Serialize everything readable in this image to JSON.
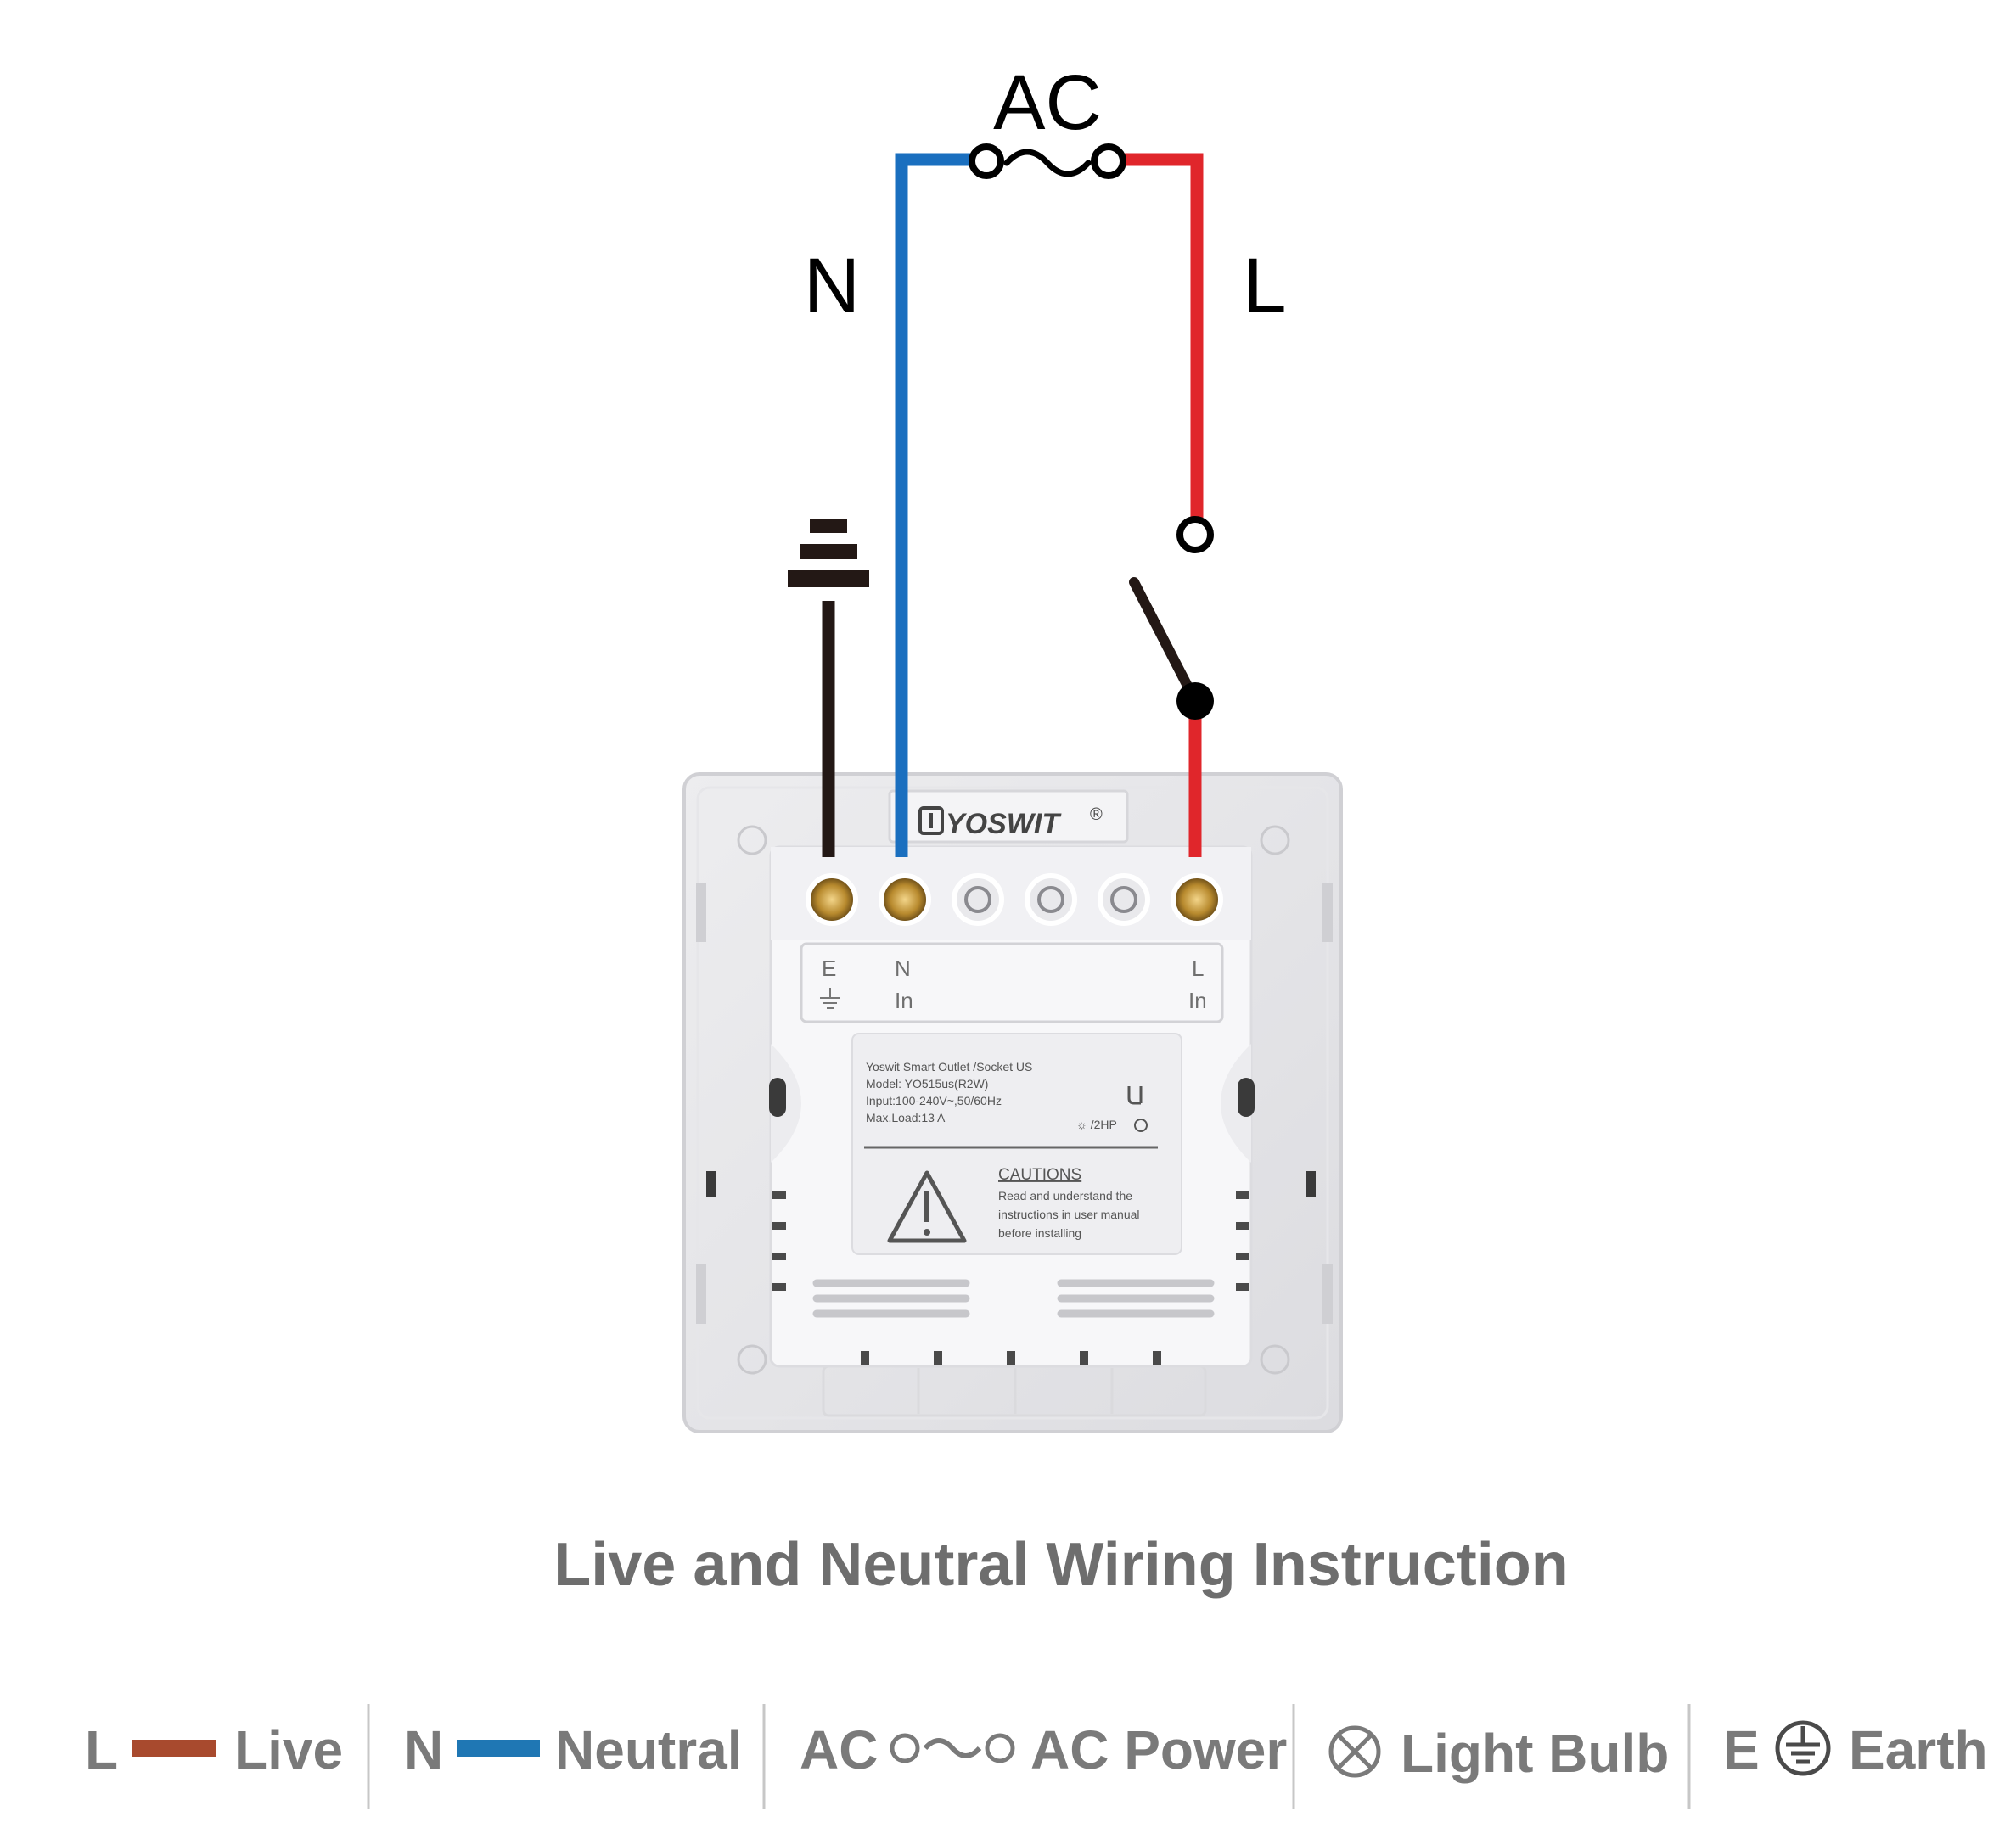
{
  "diagram": {
    "source_label": "AC",
    "neutral_label": "N",
    "live_label": "L",
    "brand": "YOSWIT",
    "brand_reg": "®",
    "terminals": {
      "e_label": "E",
      "n_label": "N",
      "n_sub": "In",
      "l_label": "L",
      "l_sub": "In"
    },
    "product_label": {
      "line1": "Yoswit Smart Outlet /Socket  US",
      "line2": "Model: YO515us(R2W)",
      "line3": "Input:100-240V~,50/60Hz",
      "line4": "Max.Load:13 A",
      "line5": "☼ /2HP",
      "caution_title": "CAUTIONS",
      "caution1": "Read and understand the",
      "caution2": "instructions in user manual",
      "caution3": "before installing"
    },
    "colors": {
      "neutral": "#1a6fbf",
      "live": "#e0262b",
      "earth": "#231815"
    }
  },
  "title": "Live and Neutral Wiring Instruction",
  "legend": {
    "live_letter": "L",
    "live_text": "Live",
    "live_color": "#a84a2e",
    "neutral_letter": "N",
    "neutral_text": "Neutral",
    "neutral_color": "#1f77b4",
    "ac_letter": "AC",
    "ac_text": "AC Power",
    "bulb_text": "Light Bulb",
    "earth_letter": "E",
    "earth_text": "Earth"
  }
}
